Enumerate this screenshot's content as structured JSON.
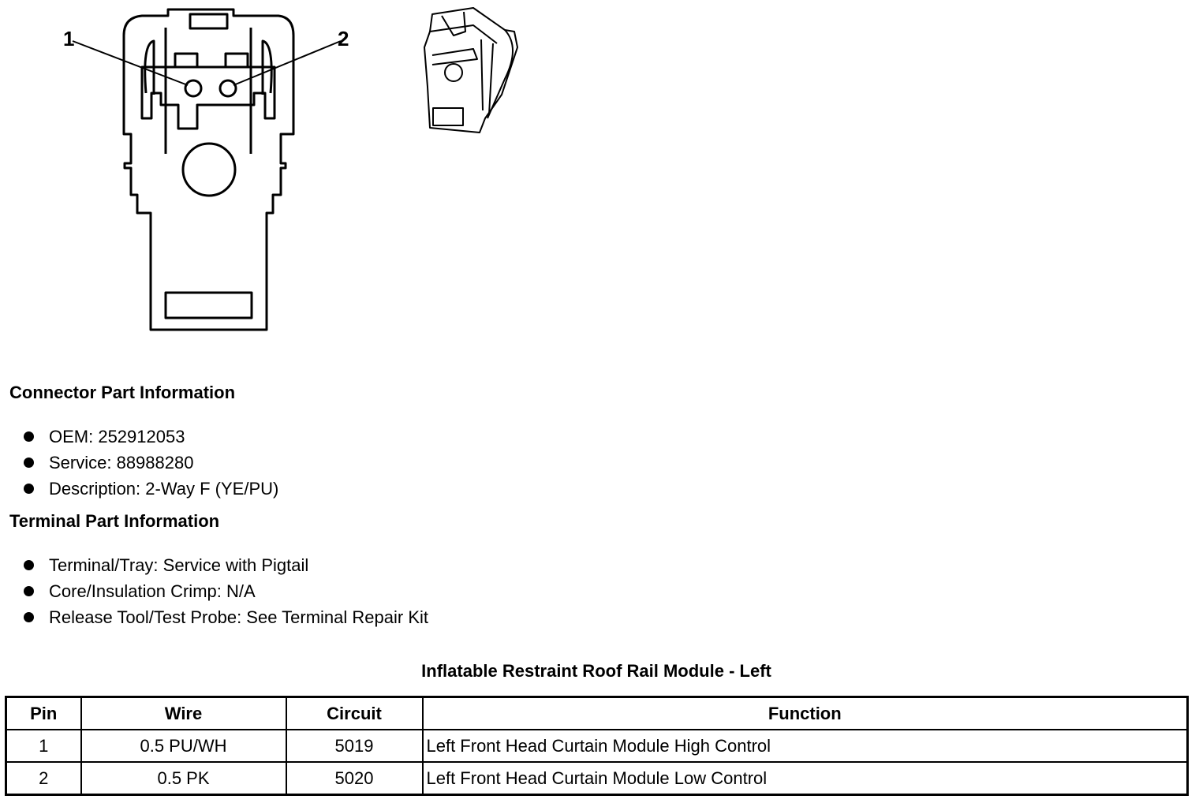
{
  "diagram": {
    "pin_labels": [
      "1",
      "2"
    ]
  },
  "connector_info": {
    "title": "Connector Part Information",
    "items": [
      "OEM: 252912053",
      "Service: 88988280",
      "Description: 2-Way F (YE/PU)"
    ]
  },
  "terminal_info": {
    "title": "Terminal Part Information",
    "items": [
      "Terminal/Tray: Service with Pigtail",
      "Core/Insulation Crimp: N/A",
      "Release Tool/Test Probe: See Terminal Repair Kit"
    ]
  },
  "pin_table": {
    "title": "Inflatable Restraint Roof Rail Module - Left",
    "headers": [
      "Pin",
      "Wire",
      "Circuit",
      "Function"
    ],
    "rows": [
      [
        "1",
        "0.5 PU/WH",
        "5019",
        "Left Front Head Curtain Module High Control"
      ],
      [
        "2",
        "0.5 PK",
        "5020",
        "Left Front Head Curtain Module Low Control"
      ]
    ]
  }
}
